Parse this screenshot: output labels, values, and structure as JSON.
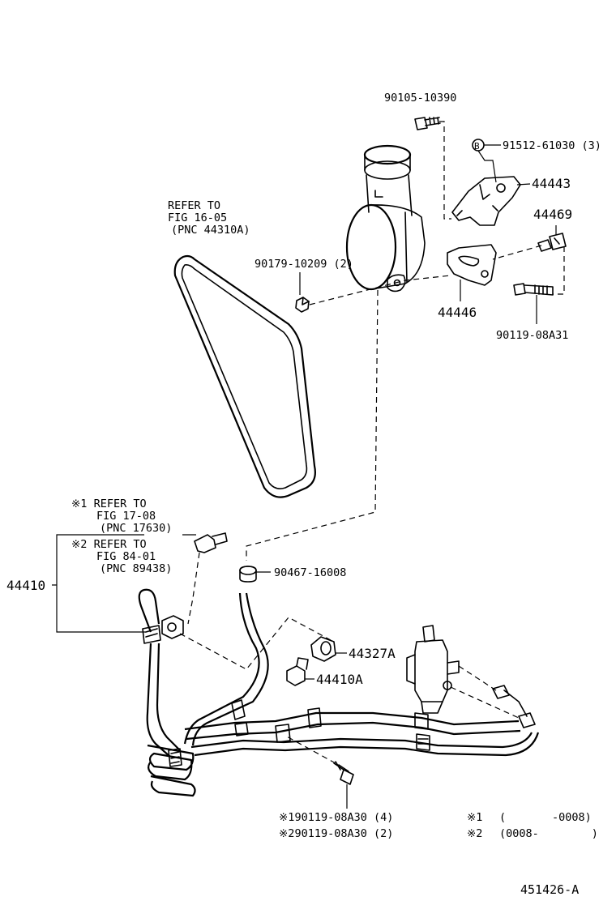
{
  "labels": {
    "bolt_top": "90105-10390",
    "bolt_b": "91512-61030 (3)",
    "b_mark": "B",
    "bracket_44443": "44443",
    "stud_44469": "44469",
    "nut_90179": "90179-10209 (2)",
    "bracket_44446": "44446",
    "bolt_90119_a31": "90119-08A31",
    "belt_ref_1": "REFER TO",
    "belt_ref_2": "FIG 16-05",
    "belt_ref_3": "(PNC 44310A)",
    "note1_ref_1": "※1 REFER TO",
    "note1_ref_2": "FIG 17-08",
    "note1_ref_3": "(PNC 17630)",
    "note2_ref_1": "※2 REFER TO",
    "note2_ref_2": "FIG 84-01",
    "note2_ref_3": "(PNC 89438)",
    "hose_44410": "44410",
    "clamp_90467": "90467-16008",
    "part_44327A": "44327A",
    "part_44410A": "44410A",
    "bolt_bottom_1": "※190119-08A30 (4)",
    "bolt_bottom_2": "※290119-08A30 (2)",
    "legend_1_mark": "※1",
    "legend_1_range": "(       -0008)",
    "legend_2_mark": "※2",
    "legend_2_range": "(0008-        )",
    "figure_id": "451426-A"
  }
}
